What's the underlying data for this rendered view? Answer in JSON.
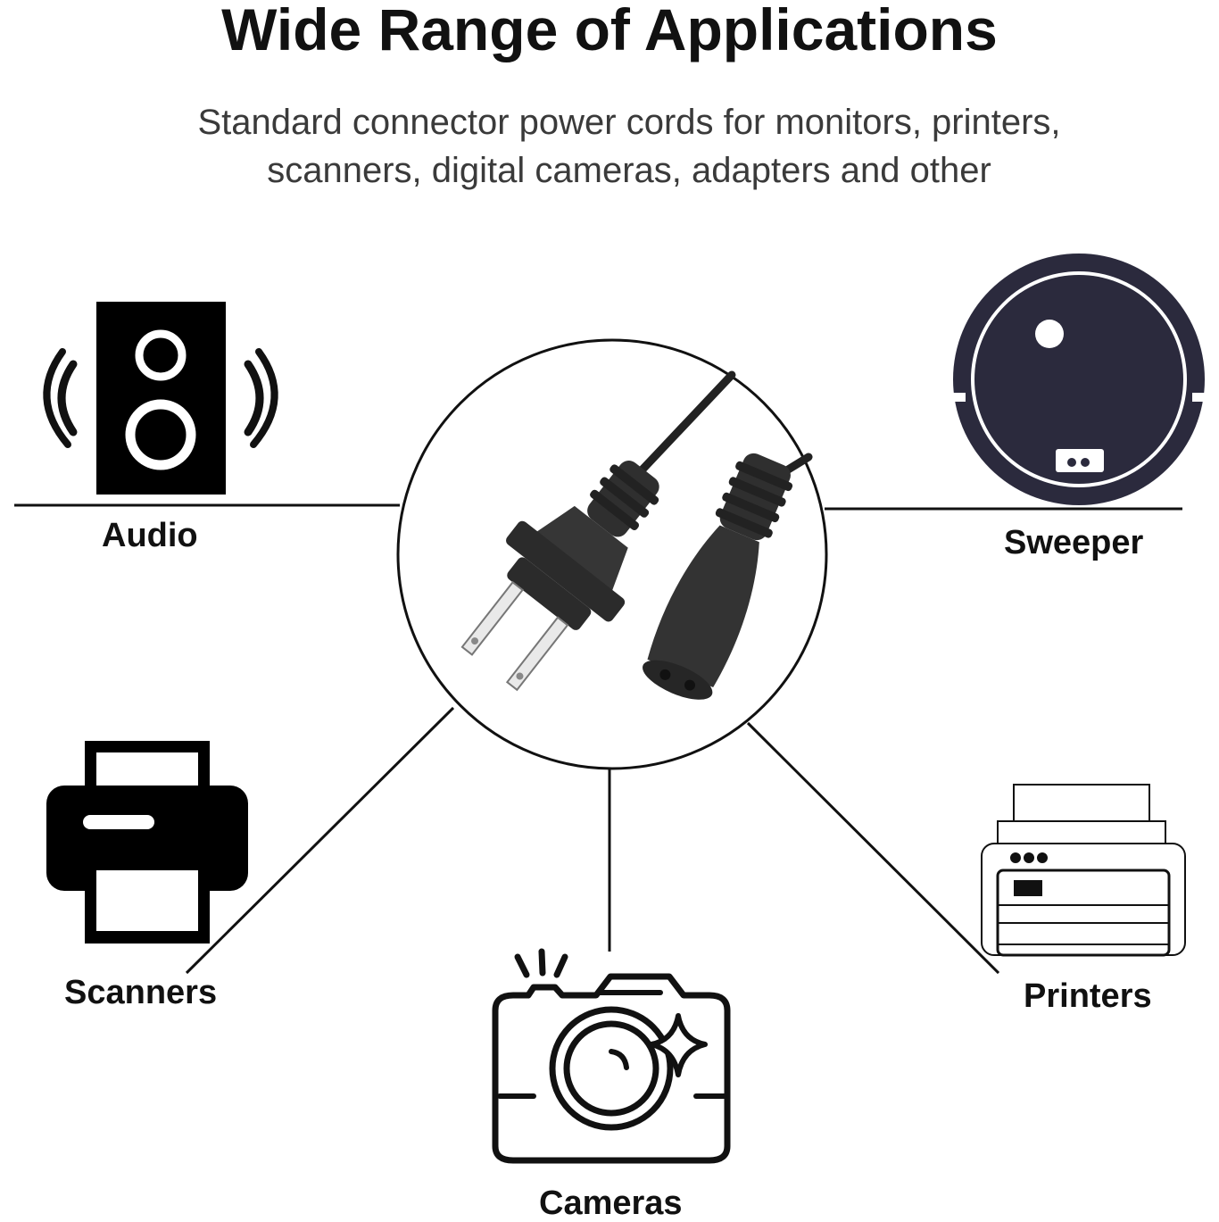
{
  "header": {
    "title": "Wide Range of Applications",
    "subtitle": "Standard connector power cords for monitors, printers, scanners, digital cameras, adapters and other"
  },
  "applications": [
    {
      "label": "Audio",
      "icon": "speaker-icon"
    },
    {
      "label": "Sweeper",
      "icon": "robot-vacuum-icon"
    },
    {
      "label": "Scanners",
      "icon": "scanner-icon"
    },
    {
      "label": "Cameras",
      "icon": "camera-icon"
    },
    {
      "label": "Printers",
      "icon": "printer-icon"
    }
  ],
  "center": {
    "icon": "power-cord-icon"
  },
  "colors": {
    "ink": "#111111",
    "robot": "#2b2a3d",
    "cord": "#333333",
    "text_secondary": "#3a3a3a"
  }
}
